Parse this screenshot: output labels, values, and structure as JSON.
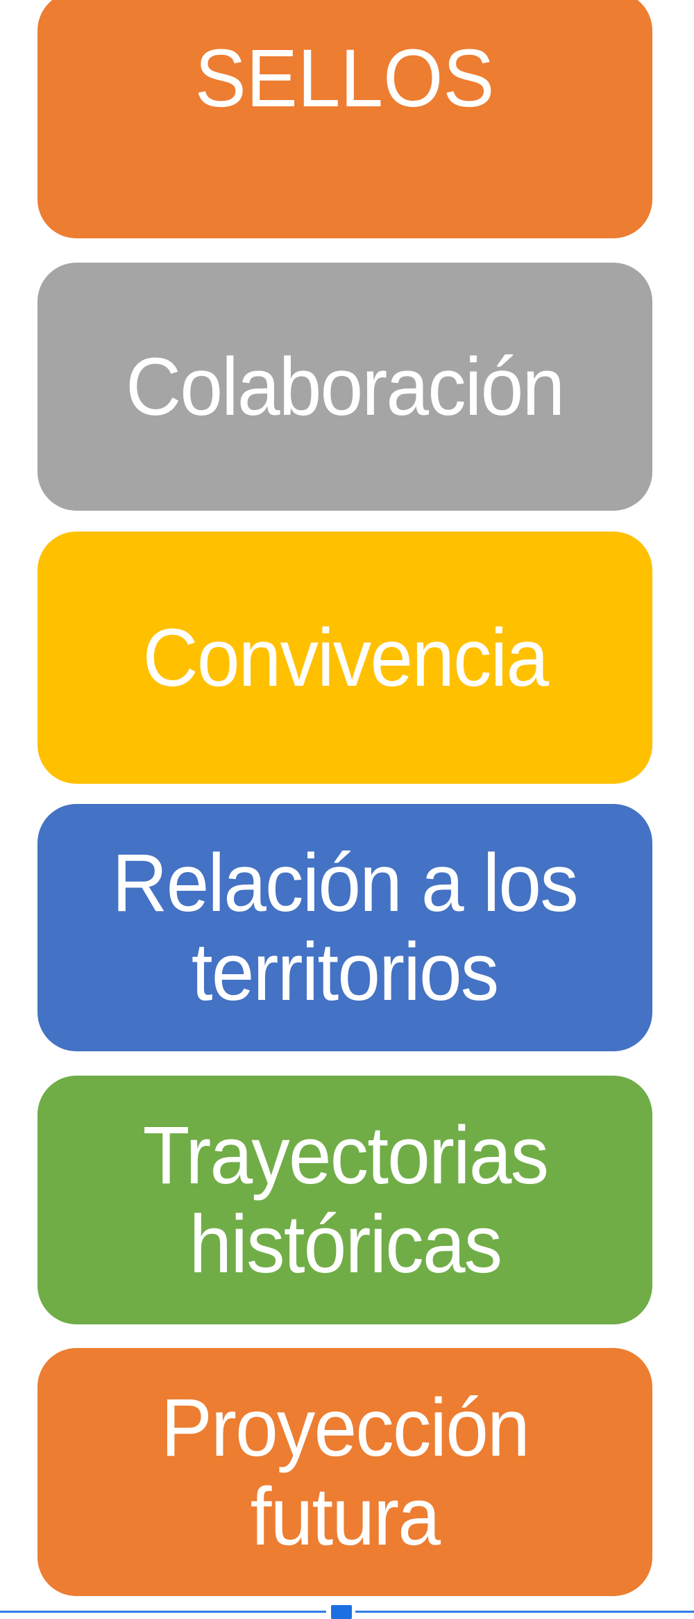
{
  "diagram": {
    "boxes": [
      {
        "label": "SELLOS",
        "color": "#ED7D31"
      },
      {
        "label": "Colaboración",
        "color": "#A5A5A5"
      },
      {
        "label": "Convivencia",
        "color": "#FFC000"
      },
      {
        "label": "Relación a los\nterritorios",
        "color": "#4472C4"
      },
      {
        "label": "Trayectorias\nhistóricas",
        "color": "#70AD47"
      },
      {
        "label": "Proyección\nfutura",
        "color": "#ED7D31"
      }
    ]
  },
  "selection": {
    "line_color": "#2F7DE6",
    "handle_color": "#1C6FE0"
  }
}
